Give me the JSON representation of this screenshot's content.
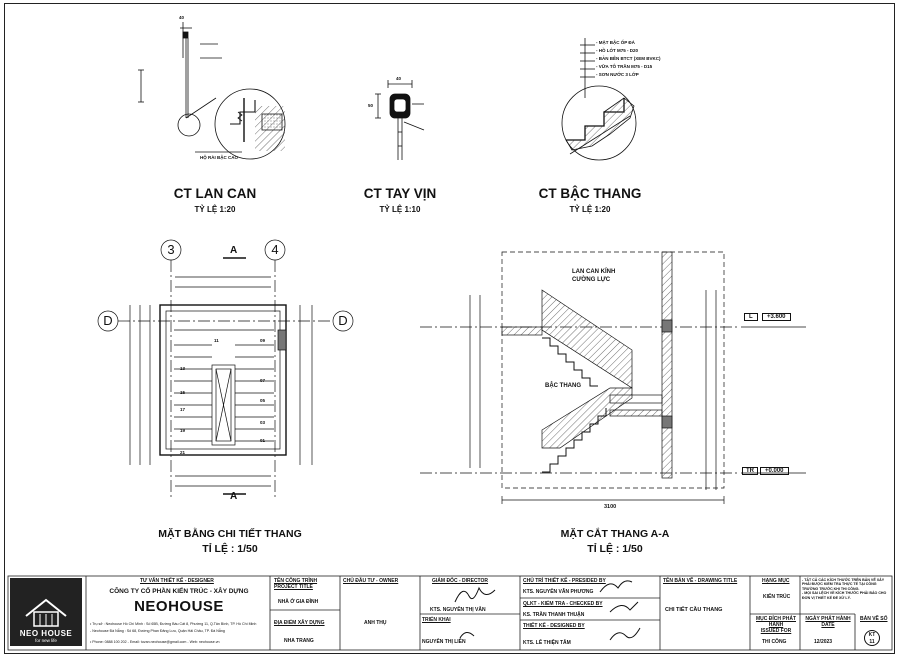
{
  "drawings": {
    "lan_can": {
      "title": "CT LAN CAN",
      "scale": "TỶ LỆ 1:20",
      "dim_top": "40",
      "note": "HỘ RÀI BẬC CAO"
    },
    "tay_vin": {
      "title": "CT TAY VỊN",
      "scale": "TỶ LỆ 1:10",
      "dim_top": "40",
      "dim_side": "50"
    },
    "bac_thang": {
      "title": "CT BẬC THANG",
      "scale": "TỶ LỆ 1:20",
      "layers": [
        "- MẶT BẬC ỐP ĐÁ",
        "- HỒ LÓT M75 - D20",
        "- BẢN BÊN BTCT (XEM BVKC)",
        "- VỮA TÔ TRẦN M75 - D15",
        "- SƠN NƯỚC 3 LỚP"
      ]
    },
    "plan": {
      "title": "MẶT BẰNG CHI TIẾT THANG",
      "scale": "TỈ LỆ : 1/50",
      "grid_left": "3",
      "grid_right": "4",
      "grid_d": "D",
      "section_mark": "A",
      "steps_left": [
        "11",
        "13",
        "15",
        "17",
        "19",
        "21"
      ],
      "steps_right": [
        "09",
        "07",
        "05",
        "03",
        "01"
      ]
    },
    "section": {
      "title": "MẶT CẮT THANG A-A",
      "scale": "TỈ LỆ : 1/50",
      "label_glass": "LAN CAN KÍNH\nCƯỜNG LỰC",
      "label_step": "BẬC THANG",
      "level_top_code": "L",
      "level_top": "+3.600",
      "level_bottom_code": "TR",
      "level_bottom": "+0.000",
      "dim_width": "3100"
    }
  },
  "title_block": {
    "logo_text": "NEO HOUSE",
    "logo_sub": "for new life",
    "consultant_label": "TƯ VẤN THIẾT KẾ - DESIGNER",
    "company": "CÔNG TY CỔ PHẦN KIẾN TRÚC - XÂY DỰNG",
    "brand": "NEOHOUSE",
    "address_1": "• Trụ sở : Neohouse Hồ Chí Minh : Số 65B, Đường Bàu Cát 8, Phường 11, Q.Tân Bình, TP. Hồ Chí Minh",
    "address_2": "   - Neohouse Đà Nẵng : Số 68, Đường Phan Đăng Lưu, Quận Hải Châu, TP. Đà Nẵng",
    "address_3": "• Phone: 0888 100 202 - Email: tuvan.neohouse@gmail.com - Web: neohouse.vn",
    "project_label": "TÊN CÔNG TRÌNH\nPROJECT TITLE",
    "project_value": "NHÀ Ở GIA ĐÌNH",
    "location_label": "ĐỊA ĐIỂM XÂY DỰNG",
    "location_value": "NHA TRANG",
    "owner_label": "CHỦ ĐẦU TƯ - OWNER",
    "owner_value": "ANH THỤ",
    "director_label": "GIÁM ĐỐC - DIRECTOR",
    "director_value": "KTS. NGUYỄN THỊ VÂN",
    "drafter_label": "TRIỂN KHAI",
    "drafter_value": "NGUYỄN THỊ LIÊN",
    "presider_label": "CHỦ TRÌ THIẾT KẾ - PRESIDED BY",
    "presider_value": "KTS. NGUYỄN VĂN PHƯƠNG",
    "checker_label": "QLKT - KIỂM TRA - CHECKED BY",
    "checker_value": "KS. TRẦN THANH THUẬN",
    "designer_label": "THIẾT KẾ - DESIGNED BY",
    "designer_value": "KTS. LÊ THIỆN TÂM",
    "drawing_title_label": "TÊN BẢN VẼ - DRAWING TITLE",
    "drawing_title_value": "CHI TIẾT CẦU THANG",
    "category_label": "HẠNG MỤC",
    "category_value": "KIẾN TRÚC",
    "purpose_label": "MỤC ĐÍCH PHÁT HÀNH\nISSUED FOR",
    "purpose_value": "THI CÔNG",
    "date_label": "NGÀY PHÁT HÀNH\nDATE",
    "date_value": "12/2023",
    "sheet_label": "BẢN VẼ SỐ",
    "sheet_value": "KT\n11",
    "notes": "- TẤT CẢ CÁC KÍCH THƯỚC TRÊN BẢN VẼ XÂY PHẢI ĐƯỢC KIỂM TRA THỰC TẾ TẠI CÔNG TRƯỜNG TRƯỚC KHI THI CÔNG.\n- MỌI SAI LỆCH VỀ KÍCH THƯỚC PHẢI BÁO CHO ĐƠN VỊ THIẾT KẾ ĐỂ XỬ LÝ."
  }
}
